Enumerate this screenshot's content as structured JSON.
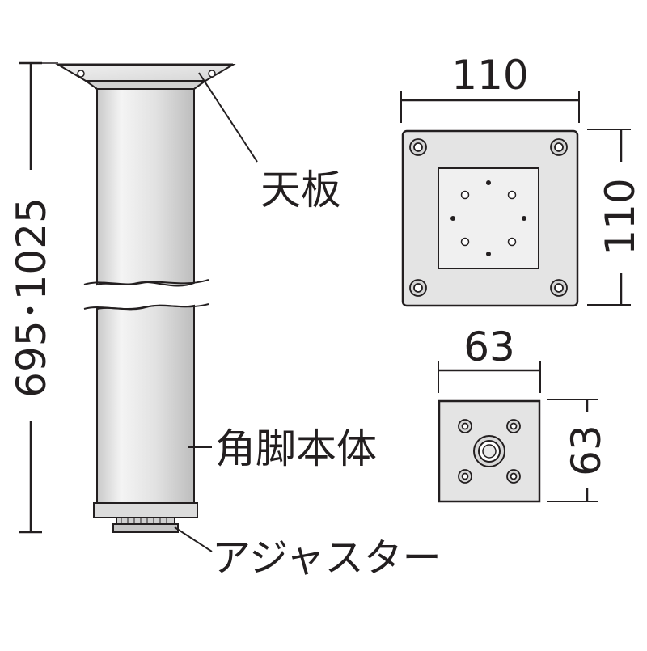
{
  "labels": {
    "tabletop": "天板",
    "leg_body": "角脚本体",
    "adjuster": "アジャスター"
  },
  "dimensions": {
    "height_range": "695･1025",
    "top_plate_width": "110",
    "top_plate_depth": "110",
    "base_plate_width": "63",
    "base_plate_depth": "63"
  },
  "colors": {
    "line": "#231f20",
    "metal_light": "#f1f1f1",
    "metal_mid": "#d9d9d9",
    "metal_dark": "#b8b8b8",
    "plate_face": "#e6e6e6"
  }
}
